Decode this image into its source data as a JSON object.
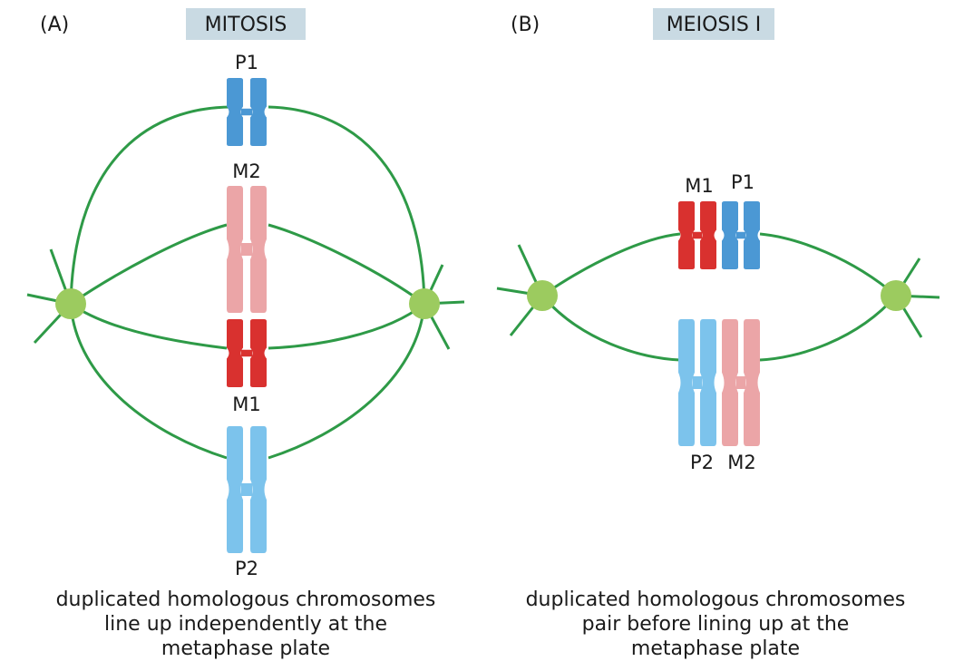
{
  "colors": {
    "spindle": "#2e9a47",
    "pole": "#9ccb5f",
    "title_bg": "#c9dae3",
    "p1": "#4b98d4",
    "p2": "#7cc3ec",
    "m1": "#d9312f",
    "m2": "#eba5a7"
  },
  "panel_a": {
    "letter": "(A)",
    "title": "MITOSIS",
    "labels": {
      "p1": "P1",
      "m2": "M2",
      "m1": "M1",
      "p2": "P2"
    },
    "caption": [
      "duplicated homologous chromosomes",
      "line up independently at the",
      "metaphase plate"
    ]
  },
  "panel_b": {
    "letter": "(B)",
    "title": "MEIOSIS I",
    "labels": {
      "m1": "M1",
      "p1": "P1",
      "p2": "P2",
      "m2": "M2"
    },
    "caption": [
      "duplicated homologous chromosomes",
      "pair before lining up at the",
      "metaphase plate"
    ]
  }
}
